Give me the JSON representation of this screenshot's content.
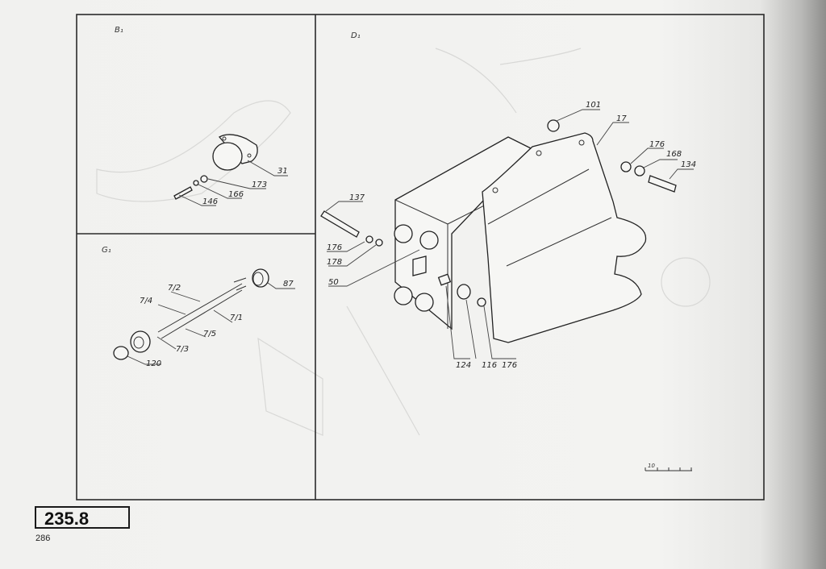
{
  "panels": {
    "b": {
      "letter": "B₁",
      "labels": [
        "31",
        "173",
        "166",
        "146"
      ]
    },
    "g": {
      "letter": "G₁",
      "labels": [
        "87",
        "7/2",
        "7/4",
        "7/1",
        "7/5",
        "7/3",
        "120"
      ]
    },
    "d": {
      "letter": "D₁",
      "labels": [
        "101",
        "17",
        "176",
        "168",
        "134",
        "137",
        "176",
        "178",
        "50",
        "124",
        "116",
        "176"
      ]
    }
  },
  "scale_bar": {
    "label": "10"
  },
  "figure_number": "235.8",
  "page_number": "286"
}
